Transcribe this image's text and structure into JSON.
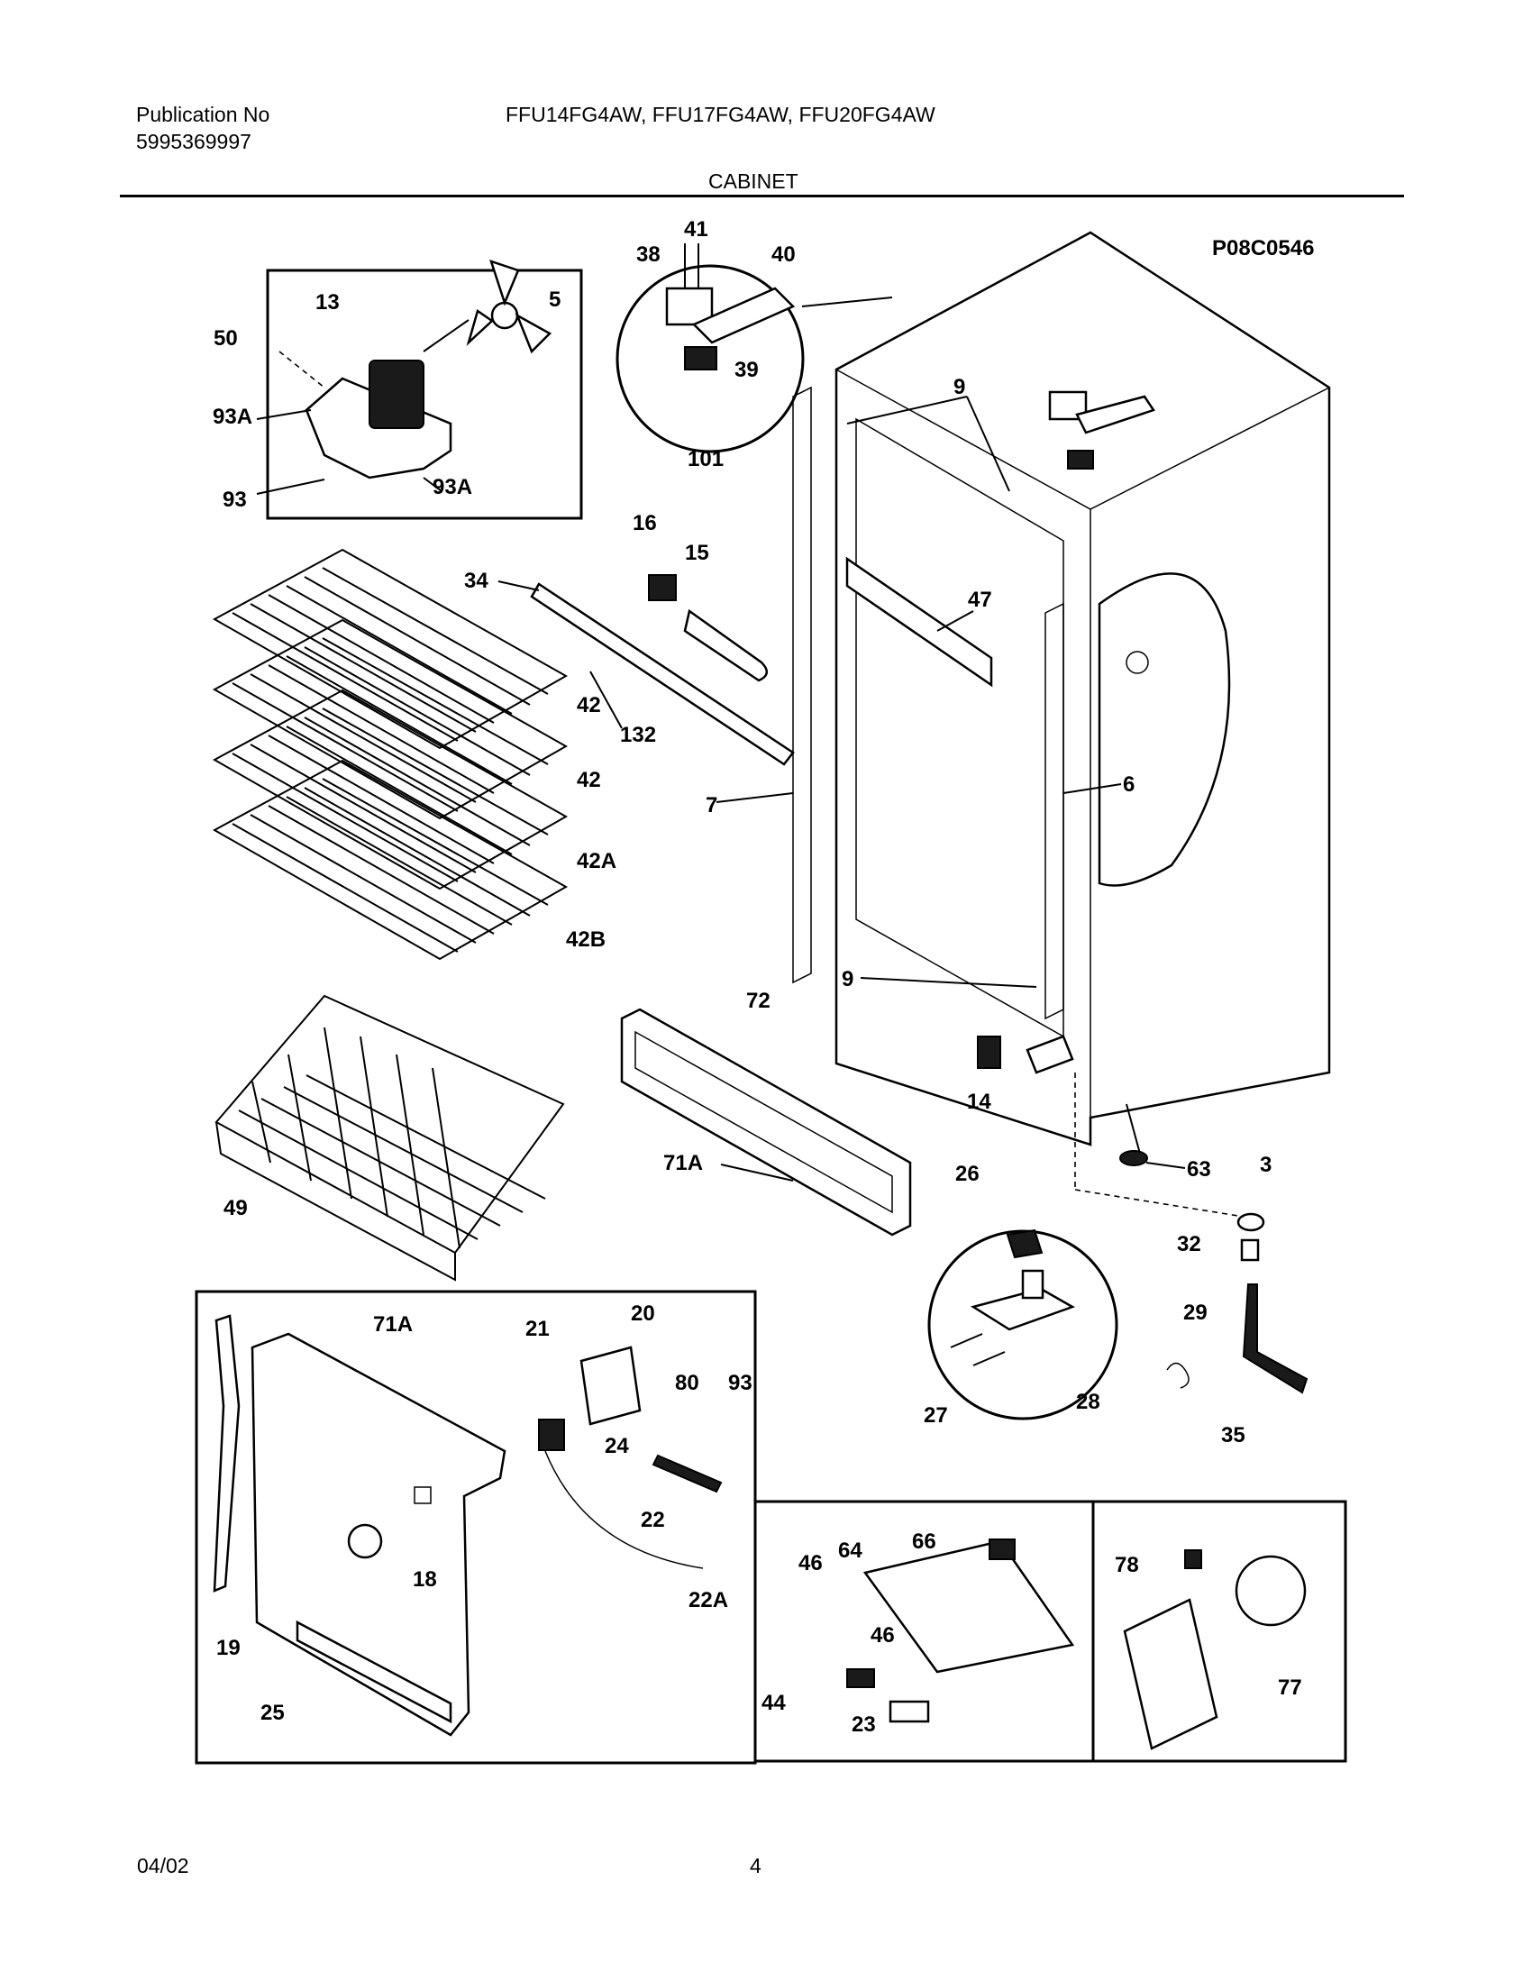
{
  "header": {
    "publication_label": "Publication No",
    "publication_number": "5995369997",
    "models": "FFU14FG4AW, FFU17FG4AW, FFU20FG4AW",
    "section": "CABINET"
  },
  "diagram": {
    "code": "P08C0546",
    "part_labels": {
      "p41": "41",
      "p38": "38",
      "p40": "40",
      "p39": "39",
      "p101": "101",
      "p13": "13",
      "p5": "5",
      "p50": "50",
      "p93A_a": "93A",
      "p93": "93",
      "p93A_b": "93A",
      "p9_a": "9",
      "p16": "16",
      "p15": "15",
      "p34": "34",
      "p47": "47",
      "p42_a": "42",
      "p132": "132",
      "p42_b": "42",
      "p7": "7",
      "p6": "6",
      "p42A": "42A",
      "p42B": "42B",
      "p72": "72",
      "p9_b": "9",
      "p14": "14",
      "p63": "63",
      "p3": "3",
      "p71A_a": "71A",
      "p26": "26",
      "p32": "32",
      "p49": "49",
      "p29": "29",
      "p27": "27",
      "p28": "28",
      "p35": "35",
      "p71A_b": "71A",
      "p21": "21",
      "p20": "20",
      "p80": "80",
      "p93_b": "93",
      "p24": "24",
      "p22": "22",
      "p18": "18",
      "p22A": "22A",
      "p19": "19",
      "p25": "25",
      "p46_a": "46",
      "p64": "64",
      "p66": "66",
      "p46_b": "46",
      "p44": "44",
      "p23": "23",
      "p78": "78",
      "p77": "77"
    }
  },
  "footer": {
    "date": "04/02",
    "page": "4"
  }
}
